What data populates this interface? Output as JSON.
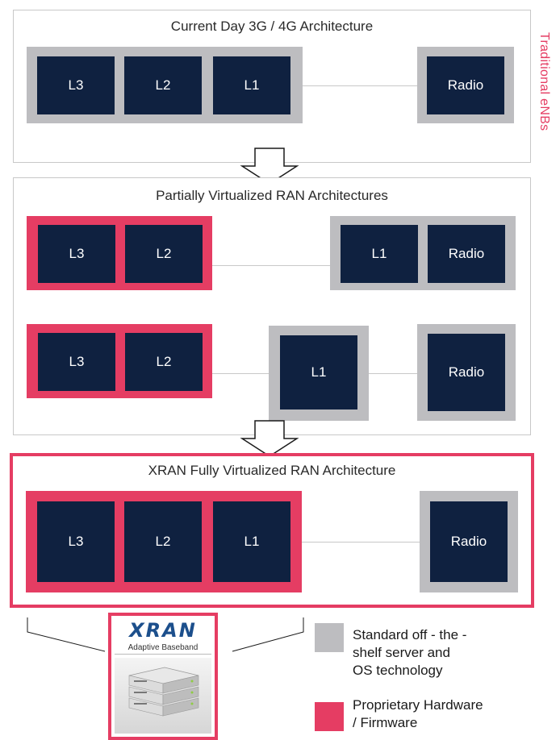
{
  "side_label": "Traditional eNBs",
  "panels": {
    "current": {
      "title": "Current Day 3G / 4G Architecture",
      "l3": "L3",
      "l2": "L2",
      "l1": "L1",
      "radio": "Radio"
    },
    "partial": {
      "title": "Partially Virtualized RAN Architectures",
      "row1": {
        "l3": "L3",
        "l2": "L2",
        "l1": "L1",
        "radio": "Radio"
      },
      "row2": {
        "l3": "L3",
        "l2": "L2",
        "l1": "L1",
        "radio": "Radio"
      }
    },
    "xran": {
      "title": "XRAN Fully Virtualized RAN Architecture",
      "l3": "L3",
      "l2": "L2",
      "l1": "L1",
      "radio": "Radio"
    }
  },
  "xran_card": {
    "logo": "XRAN",
    "subtitle": "Adaptive Baseband"
  },
  "legend": {
    "standard": "Standard off - the - shelf server and OS technology",
    "standard_lines": [
      "Standard off - the -",
      "shelf server and",
      "OS technology"
    ],
    "proprietary_lines": [
      "Proprietary Hardware",
      "/ Firmware"
    ]
  },
  "colors": {
    "pink": "#e53d63",
    "grey": "#bdbdc0",
    "navy": "#0f2140"
  }
}
